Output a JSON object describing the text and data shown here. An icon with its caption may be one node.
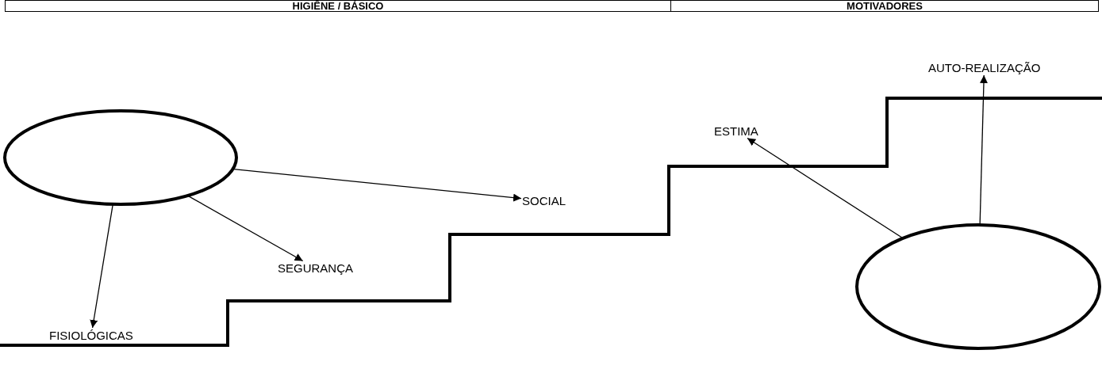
{
  "diagram": {
    "nodes": [
      {
        "text": [
          "HIGIÊNE / BÁSICO"
        ]
      },
      {
        "text": [
          "MOTIVADORES"
        ]
      },
      {
        "text": [
          "AUTO-REALIZAÇÃO"
        ]
      },
      {
        "text": [
          "ESTIMA"
        ]
      },
      {
        "text": [],
        "shape": "ellipse"
      },
      {
        "text": [
          "SOCIAL"
        ]
      },
      {
        "text": [
          "SEGURANÇA"
        ]
      },
      {
        "text": [],
        "shape": "ellipse"
      },
      {
        "text": [
          "FISIOLÓGICAS"
        ]
      }
    ],
    "edges": [
      {
        "from": 4,
        "to": 8,
        "arrow": "to"
      },
      {
        "from": 4,
        "to": 6,
        "arrow": "to"
      },
      {
        "from": 4,
        "to": 5,
        "arrow": "to"
      },
      {
        "from": 7,
        "to": 3,
        "arrow": "to"
      },
      {
        "from": 7,
        "to": 2,
        "arrow": "to"
      }
    ]
  }
}
